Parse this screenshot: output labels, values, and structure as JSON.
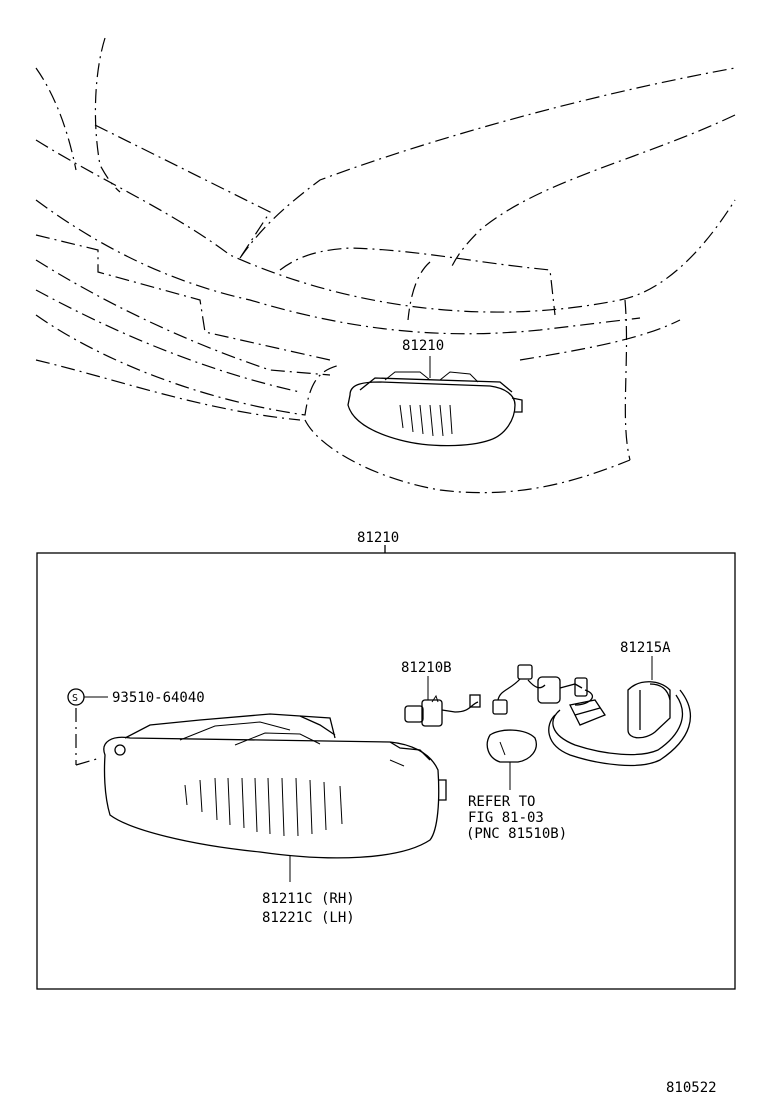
{
  "labels": {
    "top_part": "81210",
    "assembly_part": "81210",
    "screw_symbol": "S",
    "screw_part": "93510-64040",
    "socket_part": "81210B",
    "wire_part": "81215A",
    "refer_line1": "REFER TO",
    "refer_line2": "FIG 81-03",
    "refer_line3": "(PNC 81510B)",
    "lens_rh": "81211C (RH)",
    "lens_lh": "81221C (LH)",
    "figure_number": "810522"
  }
}
